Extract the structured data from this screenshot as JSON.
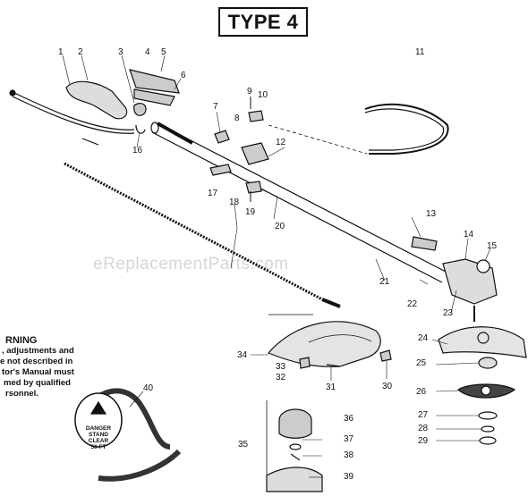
{
  "title": "TYPE 4",
  "watermark": "eReplacementParts.com",
  "warning": {
    "heading": "RNING",
    "lines": [
      ", adjustments and",
      "e not described in",
      "tor's Manual must",
      "med by qualified",
      "rsonnel."
    ]
  },
  "decal": {
    "line1": "DANGER",
    "line2": "STAND",
    "line3": "CLEAR",
    "line4": "50 FT"
  },
  "callouts": [
    "1",
    "2",
    "3",
    "4",
    "5",
    "6",
    "7",
    "8",
    "9",
    "10",
    "11",
    "12",
    "13",
    "14",
    "15",
    "16",
    "17",
    "18",
    "19",
    "20",
    "21",
    "22",
    "23",
    "24",
    "25",
    "26",
    "27",
    "28",
    "29",
    "30",
    "31",
    "32",
    "33",
    "34",
    "35",
    "36",
    "37",
    "38",
    "39",
    "40"
  ]
}
